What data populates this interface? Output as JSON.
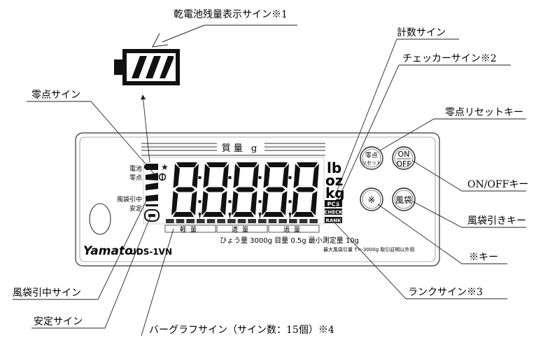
{
  "callouts": {
    "battery_sign": "乾電池残量表示サイン※1",
    "zero_sign": "零点サイン",
    "count_sign": "計数サイン",
    "checker_sign": "チェッカーサイン※2",
    "zero_reset_key": "零点リセットキー",
    "onoff_key": "ON/OFFキー",
    "tare_key": "風袋引きキー",
    "kome_key": "※キー",
    "rank_sign": "ランクサイン※3",
    "tare_active_sign": "風袋引中サイン",
    "stable_sign": "安定サイン",
    "bar_graph_sign": "バーグラフサイン（サイン数：15個）※4"
  },
  "panel": {
    "header": "質量 g",
    "indicators": {
      "battery": "電池",
      "zero": "零点",
      "tare": "風袋引中",
      "stable": "安定"
    },
    "digits": "8,8,8,8,8",
    "units": {
      "lb": "lb",
      "oz": "oz",
      "kg": "kg",
      "pcs": "PCS",
      "check": "CHECK",
      "rank": "RANK"
    },
    "bar_labels": [
      "軽量",
      "適量",
      "過量"
    ],
    "bar_count": 15,
    "spec_line1": "ひょう量 3000g 目量 0.5g 最小測定量 10g",
    "spec_line2": "最大風袋引量 T=-3000g 取引証明以外用",
    "brand": "Yamato",
    "model": "UDS-1VN"
  },
  "buttons": {
    "zero_reset": {
      "line1": "零点",
      "line2": "リセット"
    },
    "on": "ON",
    "off": "OFF",
    "kome": "※",
    "tare": "風袋"
  }
}
